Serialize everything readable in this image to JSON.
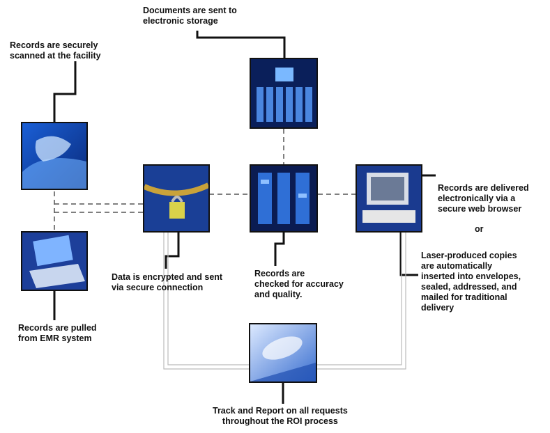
{
  "steps": {
    "scan": "Records are securely\nscanned at the facility",
    "pulled": "Records are pulled\nfrom EMR system",
    "storage": "Documents are sent to\nelectronic storage",
    "encrypted": "Data is encrypted and sent\nvia secure connection",
    "checked": "Records are\nchecked for accuracy\nand quality.",
    "delivered": "Records are delivered\nelectronically via a\nsecure web browser",
    "or": "or",
    "mailed": "Laser-produced copies\nare automatically\ninserted into envelopes,\nsealed, addressed, and\nmailed for traditional\ndelivery",
    "track": "Track and Report on all requests\nthroughout the ROI process"
  },
  "icons": {
    "scan": "hand-scanner-photo",
    "laptop": "laptop-photo",
    "storage": "server-rack-photo",
    "lock": "padlock-chain-photo",
    "check": "server-circuit-photo",
    "computer": "computer-monitor-photo",
    "track": "paper-roll-photo"
  },
  "colors": {
    "line": "#111111",
    "dashed": "#555555",
    "photo_blue": "#1e4fbf",
    "photo_dark": "#0a1a4a"
  }
}
